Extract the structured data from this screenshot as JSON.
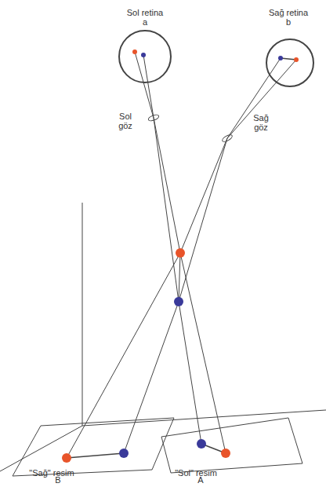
{
  "diagram": {
    "labels": [
      "Sol retina",
      "a",
      "Sağ retina",
      "b",
      "Sol göz",
      "Sağ göz",
      "\"Sağ\" resim",
      "B",
      "\"Sol\" resim",
      "A"
    ]
  }
}
